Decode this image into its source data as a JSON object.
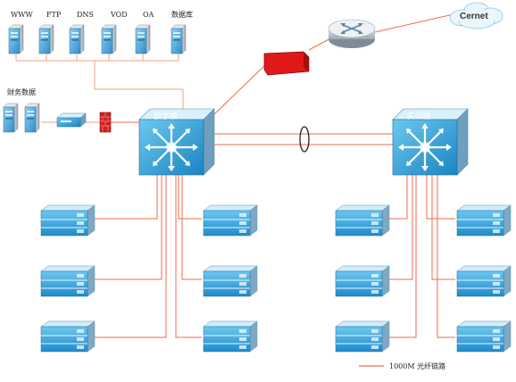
{
  "diagram": {
    "internet_label": "Cernet",
    "server_labels": [
      "WWW",
      "FTP",
      "DNS",
      "VOD",
      "OA",
      "数据库"
    ],
    "finance_label": "财务数据",
    "core_switch_left": "教学楼",
    "core_switch_right": "实训楼",
    "legend_text": "1000M 光纤链路",
    "colors": {
      "link": "#f06a4a",
      "switch_blue": "#2aa3d8",
      "firewall_red": "#e01818",
      "server_blue": "#3d9fd6"
    }
  }
}
